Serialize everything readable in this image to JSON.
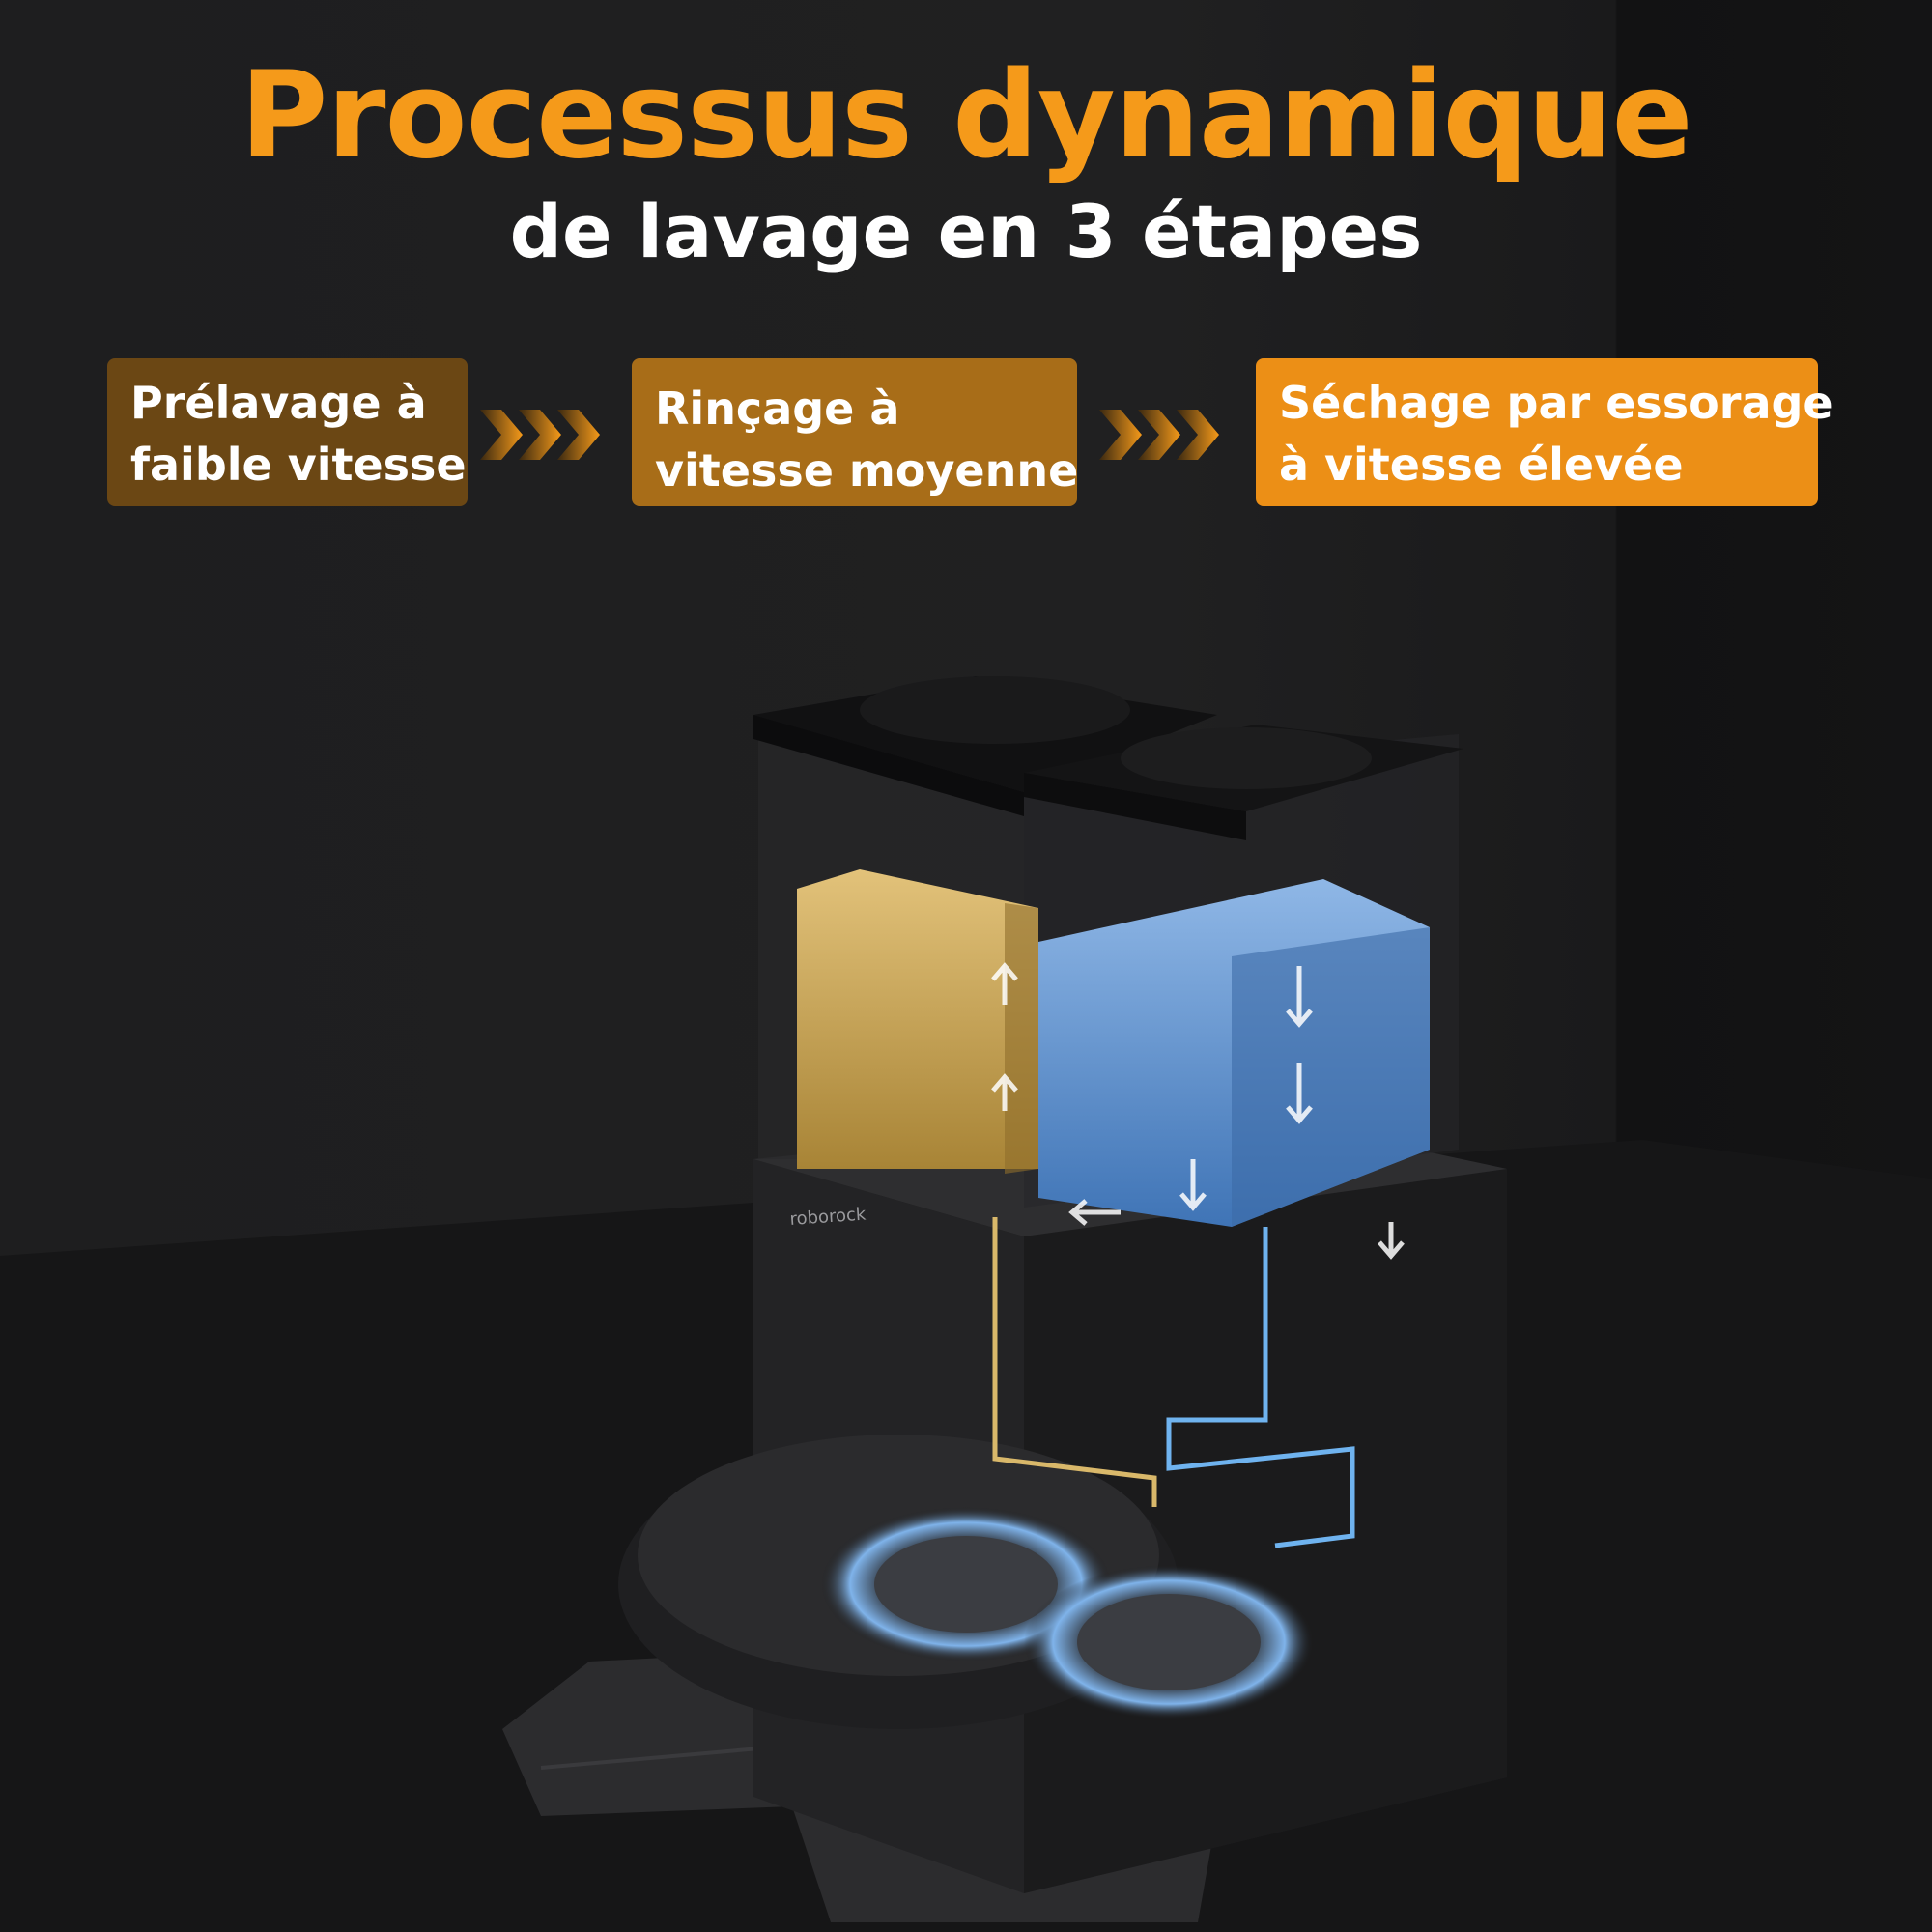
{
  "title": "Processus dynamique",
  "subtitle": "de lavage en 3 étapes",
  "steps": [
    {
      "line1": "Prélavage à",
      "line2": "faible vitesse",
      "color": "#6b4714"
    },
    {
      "line1": "Rinçage à",
      "line2": "vitesse moyenne",
      "color": "#a86d18"
    },
    {
      "line1": "Séchage par essorage",
      "line2": "à vitesse élevée",
      "color": "#ec8f16"
    }
  ],
  "colors": {
    "title": "#f59a1a",
    "dirty_water": "#c9a24e",
    "clean_water": "#5b8ec9",
    "background": "#1c1c1d"
  },
  "icons": [
    "chevrons-right-icon",
    "chevrons-right-icon"
  ],
  "product": {
    "brand": "roborock"
  }
}
